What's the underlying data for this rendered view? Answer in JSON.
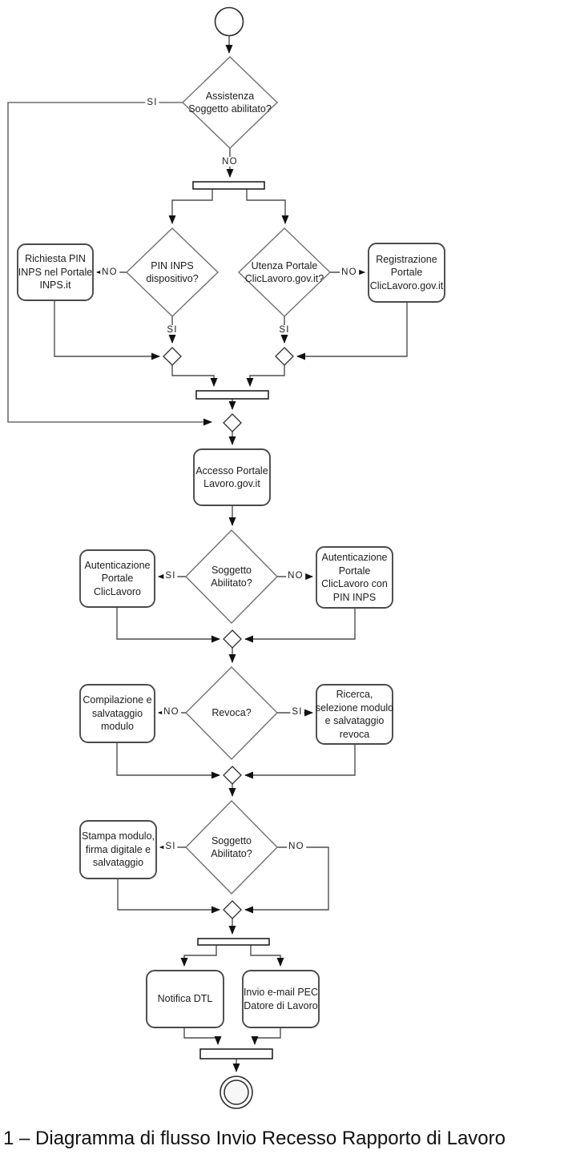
{
  "caption": "1 – Diagramma di flusso Invio Recesso Rapporto di Lavoro",
  "colors": {
    "background": "#ffffff",
    "connector_line": "#4f4f4f",
    "shape_border": "#4a4a4a",
    "text": "#1c1c1c"
  },
  "nodes": {
    "start_node": "start-circle",
    "end_node": "end-double-circle",
    "assistenza_decision": [
      "Assistenza",
      "Soggetto abilitato?"
    ],
    "richiesta_pin_box": [
      "Richiesta PIN",
      "INPS nel Portale",
      "INPS.it"
    ],
    "pin_inps_decision": [
      "PIN INPS",
      "dispositivo?"
    ],
    "utenza_decision": [
      "Utenza Portale",
      "ClicLavoro.gov.it?"
    ],
    "registrazione_box": [
      "Registrazione",
      "Portale",
      "ClicLavoro.gov.it"
    ],
    "accesso_box": [
      "Accesso Portale",
      "Lavoro.gov.it"
    ],
    "soggetto1_decision": [
      "Soggetto",
      "Abilitato?"
    ],
    "auth_cliclavoro_box": [
      "Autenticazione",
      "Portale",
      "ClicLavoro"
    ],
    "auth_pininps_box": [
      "Autenticazione",
      "Portale",
      "ClicLavoro con",
      "PIN INPS"
    ],
    "revoca_decision": [
      "Revoca?"
    ],
    "compilazione_box": [
      "Compilazione e",
      "salvataggio",
      "modulo"
    ],
    "ricerca_box": [
      "Ricerca,",
      "selezione modulo",
      "e salvataggio",
      "revoca"
    ],
    "soggetto2_decision": [
      "Soggetto",
      "Abilitato?"
    ],
    "stampa_box": [
      "Stampa modulo,",
      "firma digitale e",
      "salvataggio"
    ],
    "notifica_box": [
      "Notifica DTL"
    ],
    "invio_pec_box": [
      "Invio e-mail PEC",
      "Datore di Lavoro"
    ]
  },
  "edge_labels": {
    "assistenza_si": "SI",
    "assistenza_no": "NO",
    "pin_no": "NO",
    "pin_si": "SI",
    "utenza_no": "NO",
    "utenza_si": "SI",
    "soggetto1_si": "SI",
    "soggetto1_no": "NO",
    "revoca_no": "NO",
    "revoca_si": "SI",
    "soggetto2_si": "SI",
    "soggetto2_no": "NO"
  }
}
